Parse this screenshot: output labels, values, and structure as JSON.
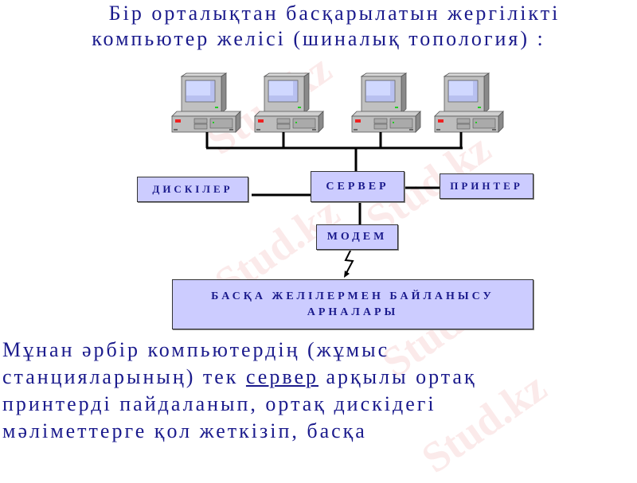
{
  "title": {
    "line1": "Бір орталықтан басқарылатын жергілікті",
    "line2": "компьютер желісі (шиналық топология) :"
  },
  "diagram": {
    "workstations": [
      {
        "name": "computer-1"
      },
      {
        "name": "computer-2"
      },
      {
        "name": "computer-3"
      },
      {
        "name": "computer-4"
      }
    ],
    "nodes": {
      "disks": "ДИСКІЛЕР",
      "server": "СЕРВЕР",
      "printer": "ПРИНТЕР",
      "modem": "МОДЕМ",
      "channels_line1": "БАСҚА ЖЕЛІЛЕРМЕН БАЙЛАНЫСУ",
      "channels_line2": "АРНАЛАРЫ"
    },
    "colors": {
      "box_fill": "#ccccff",
      "text": "#1a1a8c",
      "line": "#000000"
    }
  },
  "body": {
    "line1": "Мұнан әрбір компьютердің (жұмыс",
    "line2_pre": "станцияларының) тек ",
    "line2_link": "сервер",
    "line2_post": " арқылы ортақ",
    "line3": "принтерді пайдаланып, ортақ дискідегі",
    "line4": "мәліметтерге қол жеткізіп, басқа"
  },
  "watermark": {
    "text": "Stud.kz"
  }
}
